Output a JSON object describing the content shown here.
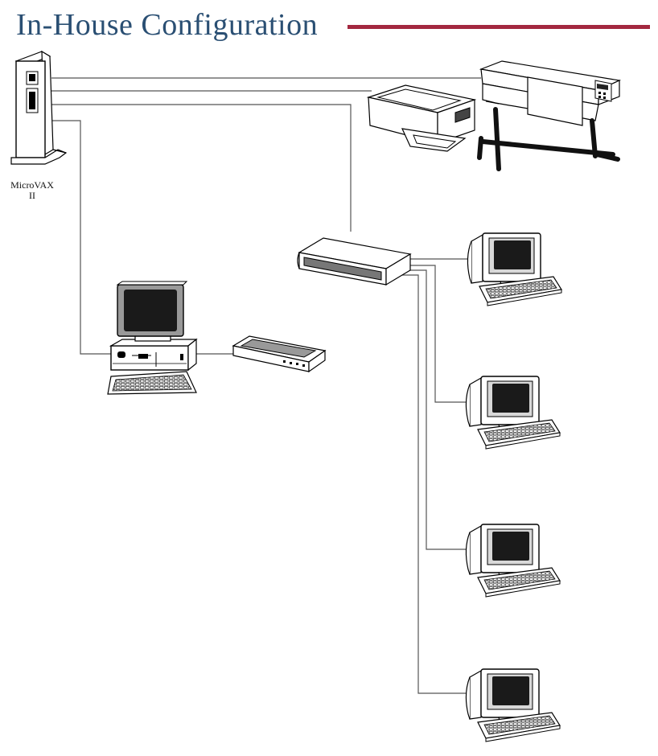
{
  "title": "In-House Configuration",
  "accent_color": "#a3283f",
  "title_color": "#2a4f73",
  "server": {
    "label_line1": "MicroVAX",
    "label_line2": "II"
  }
}
